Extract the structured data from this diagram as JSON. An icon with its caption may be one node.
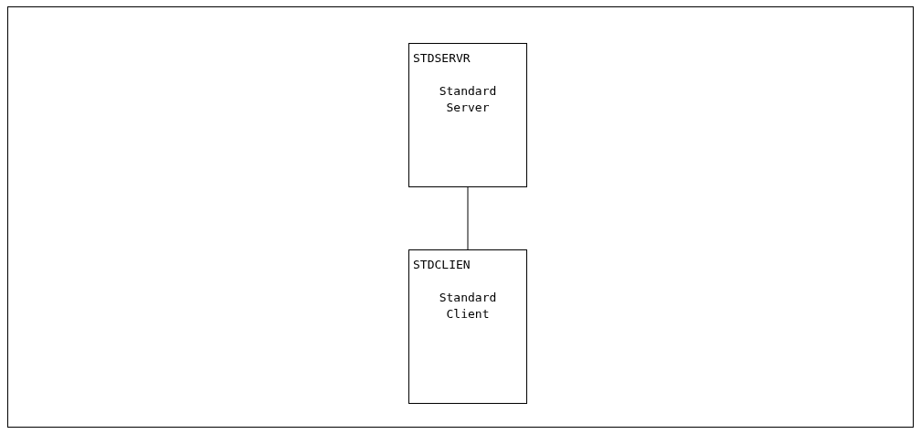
{
  "diagram": {
    "nodes": [
      {
        "text": [
          "STDSERVR",
          "Standard Server"
        ]
      },
      {
        "text": [
          "STDCLIEN",
          "Standard Client"
        ]
      }
    ],
    "edges": [
      {
        "from": 0,
        "to": 1,
        "arrow": "none"
      }
    ]
  }
}
